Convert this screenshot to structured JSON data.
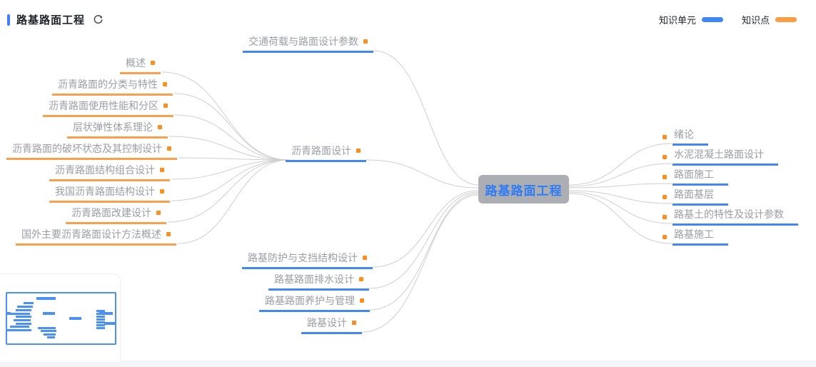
{
  "header": {
    "title": "路基路面工程"
  },
  "legend": {
    "items": [
      {
        "label": "知识单元",
        "color": "#4186f5"
      },
      {
        "label": "知识点",
        "color": "#f99e45"
      }
    ]
  },
  "colors": {
    "unit_blue": "#4386f6",
    "point_orange": "#f9a04c",
    "bullet_orange": "#fb8f1f",
    "root_bg": "#abaeb2",
    "root_text": "#2f7bf6",
    "curve_gray": "#cfcfcf"
  },
  "mindmap": {
    "root": "路基路面工程",
    "top_unit": "交通荷载与路面设计参数",
    "asphalt_unit": "沥青路面设计",
    "asphalt_points": [
      "概述",
      "沥青路面的分类与特性",
      "沥青路面使用性能和分区",
      "层状弹性体系理论",
      "沥青路面的破坏状态及其控制设计",
      "沥青路面结构组合设计",
      "我国沥青路面结构设计",
      "沥青路面改建设计",
      "国外主要沥青路面设计方法概述"
    ],
    "bottom_units": [
      "路基防护与支挡结构设计",
      "路基路面排水设计",
      "路基路面养护与管理",
      "路基设计"
    ],
    "right_units": [
      "绪论",
      "水泥混凝土路面设计",
      "路面施工",
      "路面基层",
      "路基土的特性及设计参数",
      "路基施工"
    ]
  }
}
